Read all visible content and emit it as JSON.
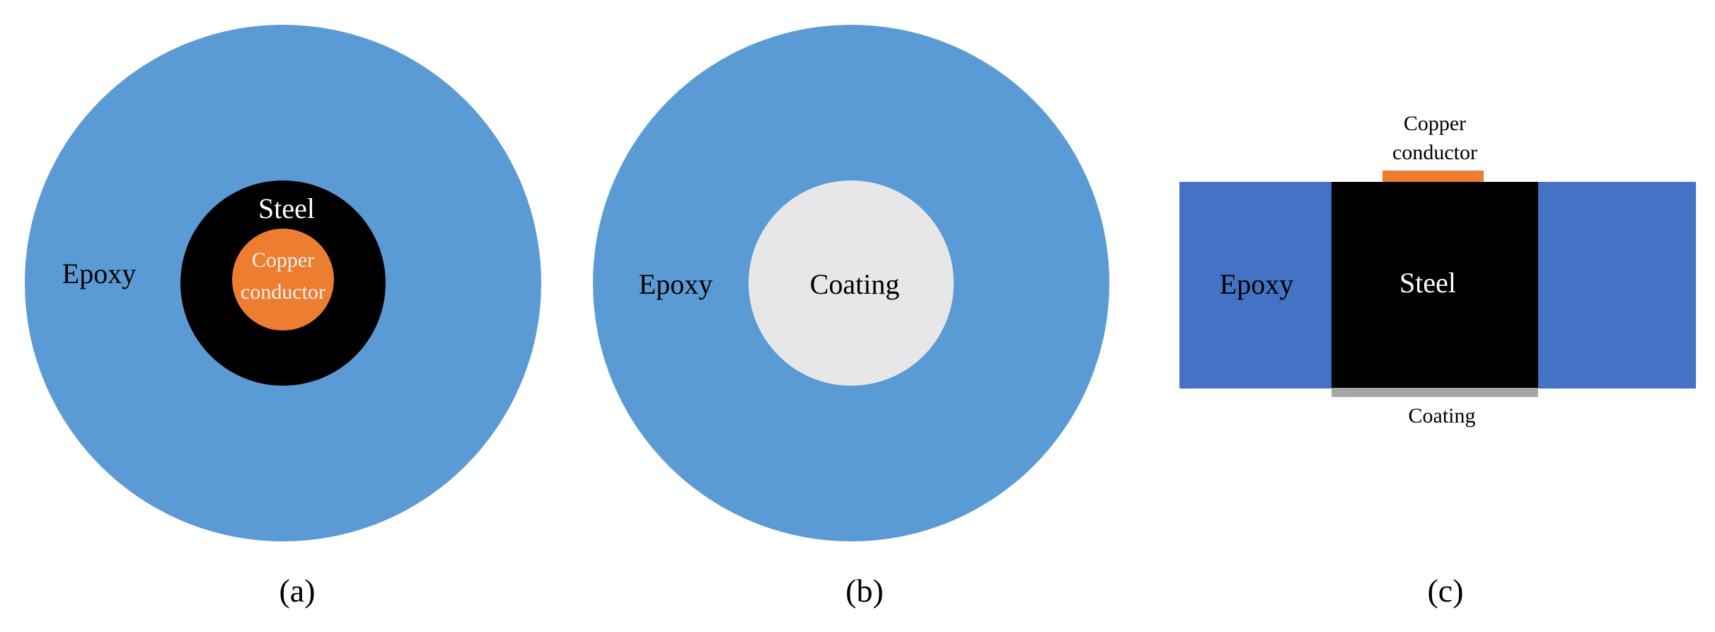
{
  "colors": {
    "epoxy_circle": "#5b9bd5",
    "epoxy_bar": "#4472c4",
    "steel": "#000000",
    "copper": "#ed7d31",
    "coating_circle": "#e7e7e7",
    "coating_strip": "#a6a6a6",
    "label_dark": "#000000",
    "label_light": "#ffffff",
    "label_copper_light": "#f2f2f2"
  },
  "panel_a": {
    "epoxy_label": "Epoxy",
    "steel_label": "Steel",
    "copper_label_line1": "Copper",
    "copper_label_line2": "conductor",
    "caption": "(a)"
  },
  "panel_b": {
    "epoxy_label": "Epoxy",
    "coating_label": "Coating",
    "caption": "(b)"
  },
  "panel_c": {
    "copper_label_line1": "Copper",
    "copper_label_line2": "conductor",
    "epoxy_label": "Epoxy",
    "steel_label": "Steel",
    "coating_label": "Coating",
    "caption": "(c)"
  }
}
